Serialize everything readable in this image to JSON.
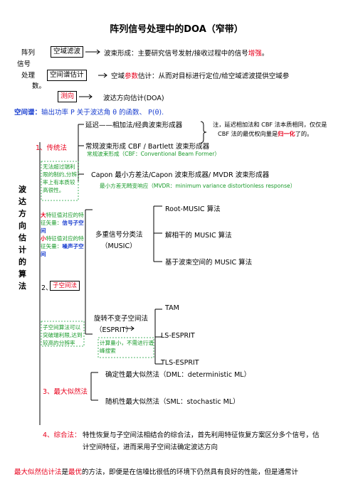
{
  "title": "阵列信号处理中的DOA（窄带）",
  "side_label": {
    "l1": "阵列",
    "l2": "信号",
    "l3": "处理",
    "l4": "数。"
  },
  "row1": {
    "box": "空域滤波",
    "text_a": "波束形成：主要研究信号发射/接收过程中的信号",
    "text_red": "增强",
    "text_b": "。"
  },
  "row2": {
    "box": "空间谱估计",
    "text_a": "空域",
    "text_red": "参数",
    "text_b": "估计：从而对目标进行定位/给空域滤波提供空域参"
  },
  "row3": {
    "box": "测向",
    "text": "波达方向估计(DOA)"
  },
  "spectrum": {
    "head": "空间谱：",
    "text": "输出功率 P 关于波达角 θ 的函数、 P(θ)."
  },
  "method_label": [
    "波",
    "达",
    "方",
    "向",
    "估",
    "计",
    "的",
    "算",
    "法"
  ],
  "sec1": {
    "label": "1、传统法",
    "delay": "延迟——相加法/经典波束形成器",
    "cbf": "常规波束形成 CBF / Bartlett 波束形成器",
    "cbf_note": "常规波束形成（CBF：Conventional Beam Former）",
    "capon": "Capon 最小方差法/Capon 波束形成器/ MVDR 波束形成器",
    "mvdr_note": "最小方差无畸变响应（MVDR：minimum variance distortionless response）",
    "side_note": "无法超过瑞利限的制约,分辨率上有本质较高很性。",
    "right_note_a": "注，延迟相加法和 CBF 法本质相同，仅仅是",
    "right_note_b": "CBF 法的最优权向量是",
    "right_note_red": "归一化",
    "right_note_c": "了的。"
  },
  "sec2": {
    "label": "2、",
    "box": "子空间法",
    "left_note_a1": "大",
    "left_note_a2": "特征值对应的特征矢量：",
    "left_note_a3": "信号子空间",
    "left_note_b1": "小",
    "left_note_b2": "特征值对应的特征矢量：",
    "left_note_b3": "噪声子空间",
    "bottom_note": "子空间算法可以突破瑞利限,达到较高的分辨率",
    "music": "多重信号分类法",
    "music_abbr": "（MUSIC）",
    "root": "Root-MUSIC 算法",
    "decoh": "解相干的 MUSIC 算法",
    "beam": "基于波束空间的 MUSIC 算法",
    "esprit": "旋转不变子空间法",
    "esprit_abbr": "（ESPRIT）",
    "esprit_note": "计算量小，不需进行谱峰搜索",
    "tam": "TAM",
    "ls": "LS-ESPRIT",
    "tls": "TLS-ESPRIT"
  },
  "sec3": {
    "label": "3、最大似然法",
    "dml": "确定性最大似然法（DML：deterministic ML）",
    "sml": "随机性最大似然法（SML：stochastic ML）"
  },
  "sec4": {
    "label": "4、综合法：",
    "text1": "特性恢复与子空间法相结合的综合法，首先利用特征恢复方案区分多个信号，估",
    "text2": "计空间特征，进而采用子空间法确定波达方向"
  },
  "footer": {
    "red1": "最大似然估计法",
    "t1": "是",
    "red2": "最优",
    "t2": "的方法，即便是在信噪比很低的环境下仍然具有良好的性能，但是通常计"
  }
}
